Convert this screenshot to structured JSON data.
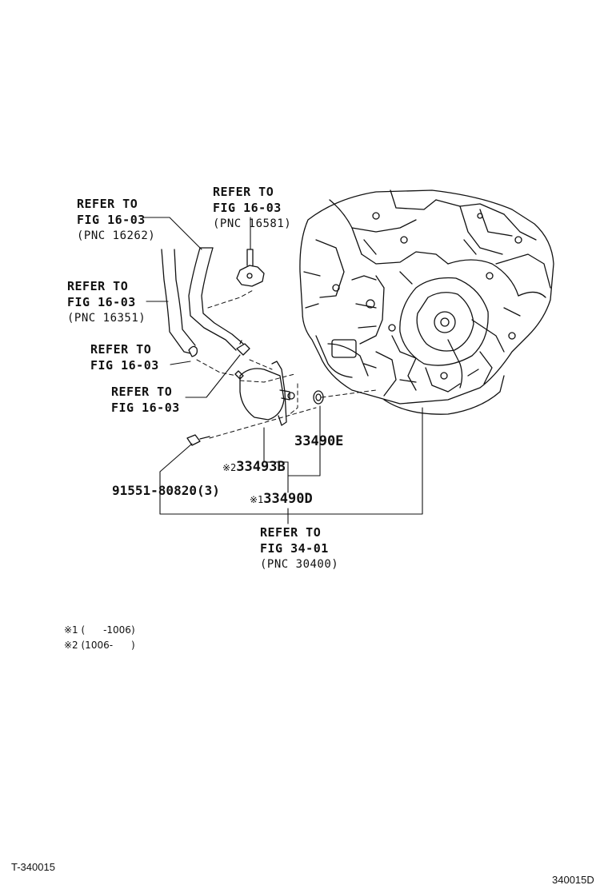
{
  "refs": {
    "r16262": {
      "line1": "REFER TO",
      "line2": "FIG 16-03",
      "pnc": "(PNC 16262)"
    },
    "r16581": {
      "line1": "REFER TO",
      "line2": "FIG 16-03",
      "pnc": "(PNC 16581)"
    },
    "r16351": {
      "line1": "REFER TO",
      "line2": "FIG 16-03",
      "pnc": "(PNC 16351)"
    },
    "rclamp": {
      "line1": "REFER TO",
      "line2": "FIG 16-03"
    },
    "rhose": {
      "line1": "REFER TO",
      "line2": "FIG 16-03"
    },
    "r30400": {
      "line1": "REFER TO",
      "line2": "FIG 34-01",
      "pnc": "(PNC 30400)"
    }
  },
  "parts": {
    "p33490e": {
      "mark": "",
      "number": "33490E"
    },
    "p33493b": {
      "mark": "※2",
      "number": "33493B"
    },
    "p91551": {
      "mark": "",
      "number": "91551-80820(3)"
    },
    "p33490d": {
      "mark": "※1",
      "number": "33490D"
    }
  },
  "notes": {
    "n1": "※1 (      -1006)",
    "n2": "※2 (1006-      )"
  },
  "footer": {
    "left_code": "T-340015",
    "right_code": "340015D"
  }
}
